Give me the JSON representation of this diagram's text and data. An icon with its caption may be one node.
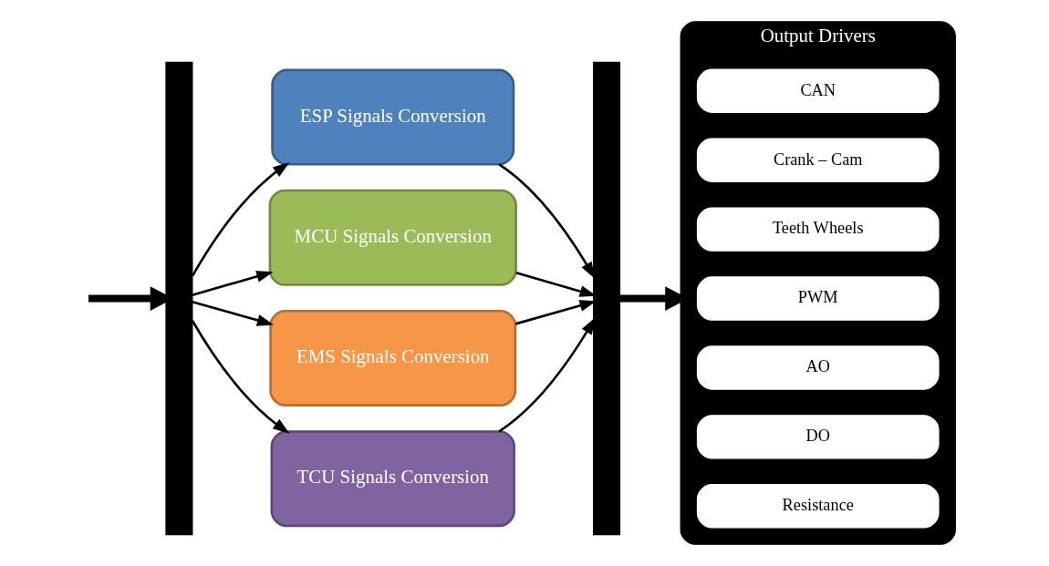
{
  "diagram": {
    "nodes": [
      {
        "text": [],
        "shape": "bar"
      },
      {
        "text": [
          "ESP Signals Conversion"
        ]
      },
      {
        "text": [
          "MCU Signals Conversion"
        ]
      },
      {
        "text": [
          "EMS Signals Conversion"
        ]
      },
      {
        "text": [
          "TCU Signals Conversion"
        ]
      },
      {
        "text": [],
        "shape": "bar"
      },
      {
        "text": [
          "Output Drivers"
        ]
      },
      {
        "text": [
          "CAN"
        ],
        "in": 6
      },
      {
        "text": [
          "Crank – Cam"
        ],
        "in": 6
      },
      {
        "text": [
          "Teeth Wheels"
        ],
        "in": 6
      },
      {
        "text": [
          "PWM"
        ],
        "in": 6
      },
      {
        "text": [
          "AO"
        ],
        "in": 6
      },
      {
        "text": [
          "DO"
        ],
        "in": 6
      },
      {
        "text": [
          "Resistance"
        ],
        "in": 6
      }
    ],
    "edges": [
      {
        "from": null,
        "to": 0,
        "arrow": "to",
        "style": "thick"
      },
      {
        "from": 0,
        "to": 1,
        "arrow": "to"
      },
      {
        "from": 0,
        "to": 2,
        "arrow": "to"
      },
      {
        "from": 0,
        "to": 3,
        "arrow": "to"
      },
      {
        "from": 0,
        "to": 4,
        "arrow": "to"
      },
      {
        "from": 1,
        "to": 5,
        "arrow": "to"
      },
      {
        "from": 2,
        "to": 5,
        "arrow": "to"
      },
      {
        "from": 3,
        "to": 5,
        "arrow": "to"
      },
      {
        "from": 4,
        "to": 5,
        "arrow": "to"
      },
      {
        "from": 5,
        "to": 6,
        "arrow": "to",
        "style": "thick"
      }
    ]
  }
}
